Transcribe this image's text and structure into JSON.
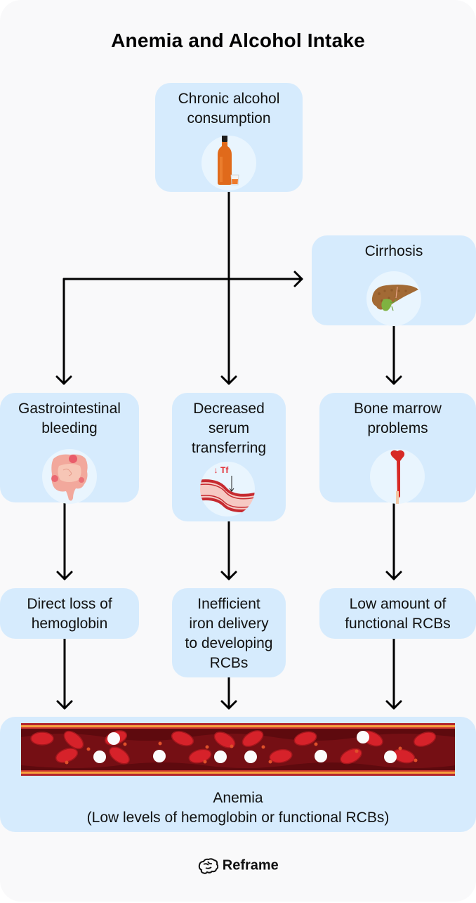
{
  "title": "Anemia and Alcohol Intake",
  "nodes": {
    "alcohol": {
      "label": "Chronic alcohol\nconsumption",
      "icon": "liquor-bottle-icon"
    },
    "cirrhosis": {
      "label": "Cirrhosis",
      "icon": "liver-icon"
    },
    "gi_bleeding": {
      "label": "Gastrointestinal\nbleeding",
      "icon": "intestine-icon"
    },
    "transferrin": {
      "label": "Decreased\nserum\ntransferring",
      "icon": "blood-vessel-icon",
      "icon_text": "↓ Tf"
    },
    "bone_marrow": {
      "label": "Bone marrow\nproblems",
      "icon": "bone-icon"
    },
    "hemoglobin_loss": {
      "label": "Direct loss of\nhemoglobin"
    },
    "iron_delivery": {
      "label": "Inefficient\niron delivery\nto developing\nRCBs"
    },
    "low_rcb": {
      "label": "Low amount of\nfunctional RCBs"
    },
    "anemia": {
      "title": "Anemia",
      "subtitle": "(Low levels of hemoglobin or functional RCBs)",
      "icon": "blood-cells-icon"
    }
  },
  "edges": [
    [
      "alcohol",
      "cirrhosis"
    ],
    [
      "alcohol",
      "gi_bleeding"
    ],
    [
      "alcohol",
      "transferrin"
    ],
    [
      "cirrhosis",
      "bone_marrow"
    ],
    [
      "gi_bleeding",
      "hemoglobin_loss"
    ],
    [
      "transferrin",
      "iron_delivery"
    ],
    [
      "bone_marrow",
      "low_rcb"
    ],
    [
      "hemoglobin_loss",
      "anemia"
    ],
    [
      "iron_delivery",
      "anemia"
    ],
    [
      "low_rcb",
      "anemia"
    ]
  ],
  "brand": {
    "name": "Reframe",
    "icon": "brain-icon"
  },
  "colors": {
    "node_bg": "#d6ebfd",
    "page_bg": "#f9f9fa",
    "arrow": "#000000",
    "blood_dark": "#6b0a0f",
    "blood_cell": "#d6222a"
  }
}
